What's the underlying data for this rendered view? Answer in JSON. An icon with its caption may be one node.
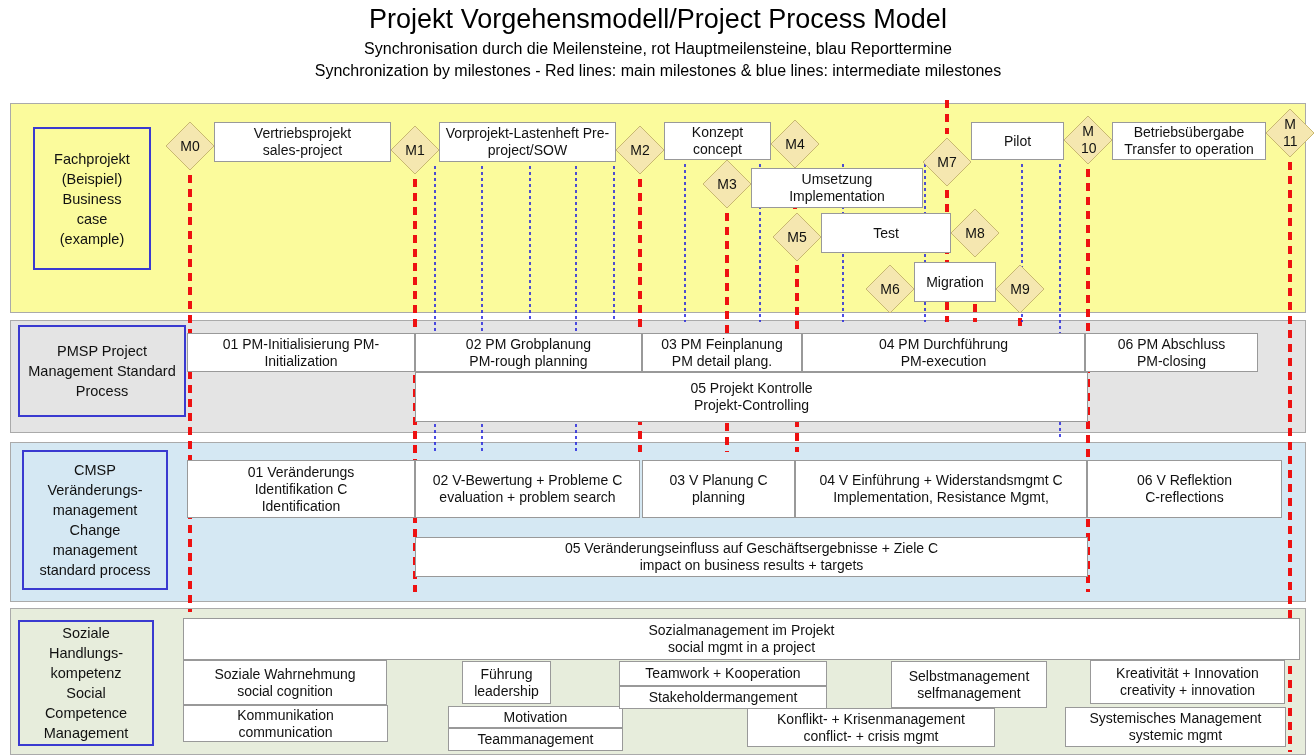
{
  "diagram": {
    "title": "Projekt Vorgehensmodell/Project Process Model",
    "nodes": [
      {
        "text": [
          "Fachprojekt (Beispiel) Business case (example)"
        ]
      },
      {
        "text": [
          "M0"
        ]
      },
      {
        "text": [
          "Vertriebsprojekt sales-project"
        ]
      },
      {
        "text": [
          "M1"
        ]
      },
      {
        "text": [
          "Vorprojekt-Lastenheft Pre-project/SOW"
        ]
      },
      {
        "text": [
          "M2"
        ]
      },
      {
        "text": [
          "Konzept concept"
        ]
      },
      {
        "text": [
          "M4"
        ]
      },
      {
        "text": [
          "Pilot"
        ]
      },
      {
        "text": [
          "M 10"
        ]
      },
      {
        "text": [
          "Betriebsübergabe Transfer to operation"
        ]
      },
      {
        "text": [
          "M 11"
        ]
      },
      {
        "text": [
          "M3"
        ]
      },
      {
        "text": [
          "Umsetzung Implementation"
        ]
      },
      {
        "text": [
          "M7"
        ]
      },
      {
        "text": [
          "M5"
        ]
      },
      {
        "text": [
          "Test"
        ]
      },
      {
        "text": [
          "M8"
        ]
      },
      {
        "text": [
          "M6"
        ]
      },
      {
        "text": [
          "Migration"
        ]
      },
      {
        "text": [
          "M9"
        ]
      },
      {
        "text": [
          "PMSP Project Management Standard Process"
        ]
      },
      {
        "text": [
          "01 PM-Initialisierung PM-Initialization"
        ]
      },
      {
        "text": [
          "02 PM Grobplanung PM-rough planning"
        ]
      },
      {
        "text": [
          "03 PM Feinplanung PM detail plang."
        ]
      },
      {
        "text": [
          "04 PM Durchführung PM-execution"
        ]
      },
      {
        "text": [
          "06 PM Abschluss PM-closing"
        ]
      },
      {
        "text": [
          "05 Projekt Kontrolle Projekt-Controlling"
        ]
      },
      {
        "text": [
          "CMSP Veränderungs-management Change management standard process"
        ]
      },
      {
        "text": [
          "01 Veränderungs Identifikation C Identification"
        ]
      },
      {
        "text": [
          "02 V-Bewertung + Probleme C evaluation + problem search"
        ]
      },
      {
        "text": [
          "03 V Planung C planning"
        ]
      },
      {
        "text": [
          "04 V Einführung + Widerstandsmgmt C Implementation, Resistance Mgmt,"
        ]
      },
      {
        "text": [
          "06 V Reflektion C-reflections"
        ]
      },
      {
        "text": [
          "05 Veränderungseinfluss auf Geschäftsergebnisse + Ziele C impact on business results + targets"
        ]
      },
      {
        "text": [
          "Soziale Handlungs-kompetenz Social Competence Management"
        ]
      },
      {
        "text": [
          "Sozialmanagement im Projekt social mgmt in a project"
        ]
      },
      {
        "text": [
          "Soziale Wahrnehmung social cognition"
        ]
      },
      {
        "text": [
          "Kommunikation communication"
        ]
      },
      {
        "text": [
          "Führung leadership"
        ]
      },
      {
        "text": [
          "Motivation"
        ]
      },
      {
        "text": [
          "Teammanagement"
        ]
      },
      {
        "text": [
          "Teamwork + Kooperation"
        ]
      },
      {
        "text": [
          "Stakeholdermangement"
        ]
      },
      {
        "text": [
          "Selbstmanagement selfmanagement"
        ]
      },
      {
        "text": [
          "Konflikt- + Krisenmanagement conflict- + crisis mgmt"
        ]
      },
      {
        "text": [
          "Kreativität + Innovation creativity + innovation"
        ]
      },
      {
        "text": [
          "Systemisches Management systemic mgmt"
        ]
      }
    ],
    "labels": [
      "Synchronisation durch die Meilensteine, rot Hauptmeilensteine, blau Reporttermine",
      "Synchronization by milestones - Red lines: main milestones & blue lines: intermediate milestones"
    ]
  }
}
